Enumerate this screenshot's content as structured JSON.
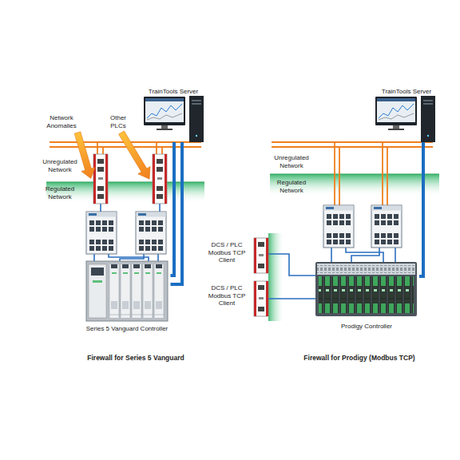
{
  "diagram": {
    "nodes": [
      {
        "text": [
          "TrainTools Server"
        ]
      },
      {
        "text": [
          "Series 5 Vanguard Controller"
        ]
      },
      {
        "text": [
          "TrainTools Server"
        ]
      },
      {
        "text": [
          "Prodigy Controller"
        ]
      }
    ],
    "edges": [
      {
        "from": 0,
        "to": 1,
        "arrow": "none"
      },
      {
        "from": 0,
        "to": 1,
        "arrow": "none"
      },
      {
        "from": 2,
        "to": 3,
        "arrow": "none"
      }
    ],
    "labels": [
      "Network Anomalies",
      "Other PLCs",
      "Unregulated Network",
      "Regulated Network",
      "Unregulated Network",
      "Regulated Network",
      "DCS / PLC Modbus TCP Client",
      "DCS / PLC Modbus TCP Client",
      "Firewall for Series 5 Vanguard",
      "Firewall for Prodigy (Modbus TCP)"
    ]
  }
}
